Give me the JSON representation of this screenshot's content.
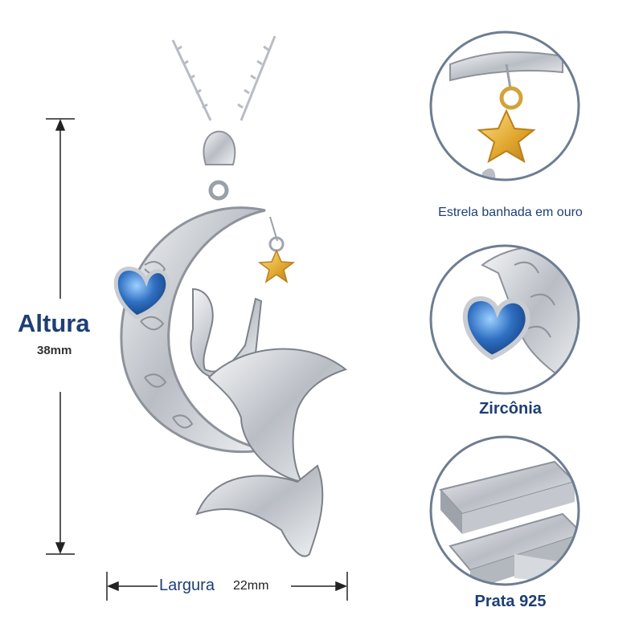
{
  "dimensions": {
    "height_label": "Altura",
    "height_value": "38mm",
    "width_label": "Largura",
    "width_value": "22mm"
  },
  "details": [
    {
      "caption": "Estrela banhada em ouro",
      "icon": "gold-star-icon"
    },
    {
      "caption": "Zircônia",
      "icon": "blue-heart-gem-icon"
    },
    {
      "caption": "Prata 925",
      "icon": "silver-bars-icon"
    }
  ],
  "colors": {
    "accent": "#1e3f73",
    "circle_border": "#6d7d91",
    "gem_blue": "#2f6fc2",
    "gold": "#e0a52c",
    "silver": "#c9ccd1"
  }
}
